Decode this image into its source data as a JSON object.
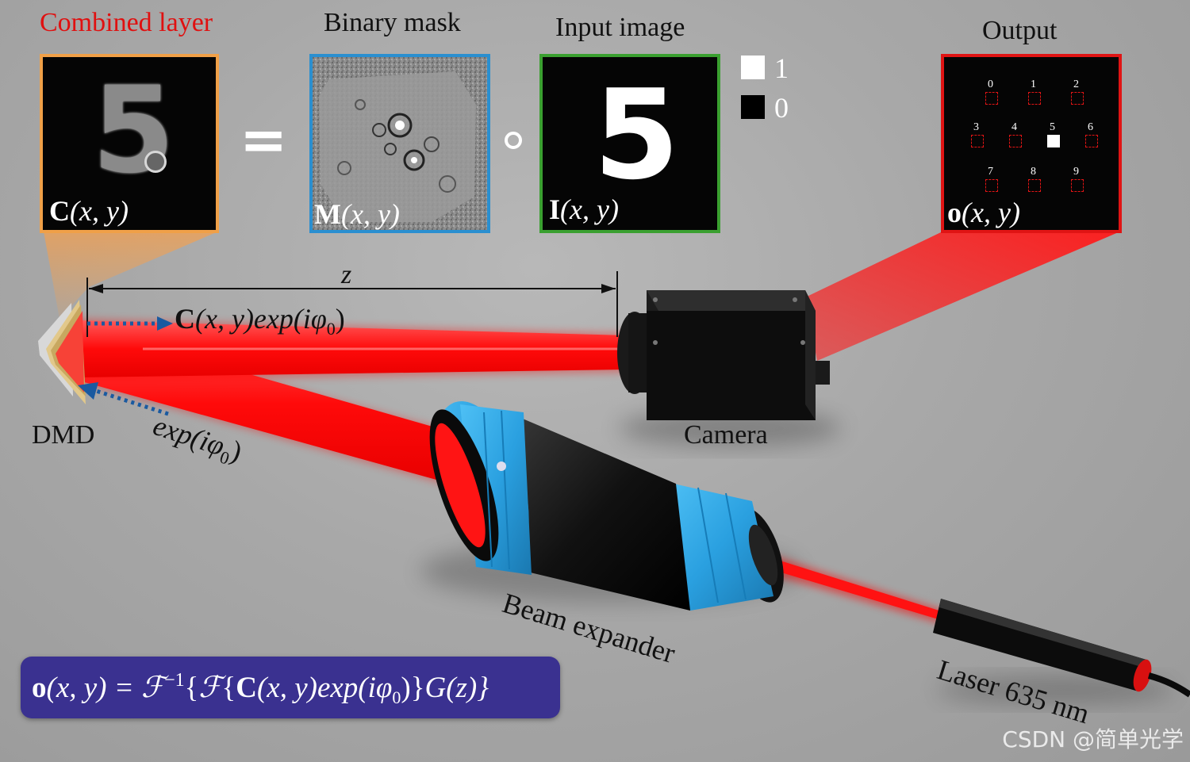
{
  "titles": {
    "combined": "Combined layer",
    "mask": "Binary mask",
    "input": "Input image",
    "output": "Output"
  },
  "panel_labels": {
    "combined": {
      "sym": "C",
      "args": "(x, y)"
    },
    "mask": {
      "sym": "M",
      "args": "(x, y)"
    },
    "input": {
      "sym": "I",
      "args": "(x, y)"
    },
    "output": {
      "sym": "o",
      "args": "(x, y)"
    }
  },
  "digit": "5",
  "operators": {
    "equals": "=",
    "hadamard": "∘"
  },
  "legend": {
    "one": "1",
    "zero": "0"
  },
  "output_detectors": [
    "0",
    "1",
    "2",
    "3",
    "4",
    "5",
    "6",
    "7",
    "8",
    "9"
  ],
  "active_detector": "5",
  "distance_label": "z",
  "beam_labels": {
    "reflected": {
      "sym": "C",
      "text": "(x, y)exp(iφ",
      "sub": "0",
      "end": ")"
    },
    "incident": {
      "text": "exp(iφ",
      "sub": "0",
      "end": ")"
    }
  },
  "components": {
    "dmd": "DMD",
    "camera": "Camera",
    "beam_expander": "Beam expander",
    "laser": "Laser 635 nm"
  },
  "formula": {
    "lhs_sym": "o",
    "lhs_args": "(x, y) = ",
    "F": "ℱ",
    "inv": "−1",
    "open": "{",
    "inner_open": "{",
    "C": "C",
    "inner": "(x, y)exp(iφ",
    "sub": "0",
    "inner_close": ")}",
    "tail": "G(z)}"
  },
  "watermark": "CSDN @简单光学",
  "colors": {
    "combined_border": "#f0a048",
    "mask_border": "#2a8fd0",
    "input_border": "#3aa030",
    "output_border": "#e01414",
    "title_red": "#e01010",
    "beam": "#ff1010",
    "expander_blue": "#2aa6e6",
    "formula_bg": "#3a3190"
  }
}
